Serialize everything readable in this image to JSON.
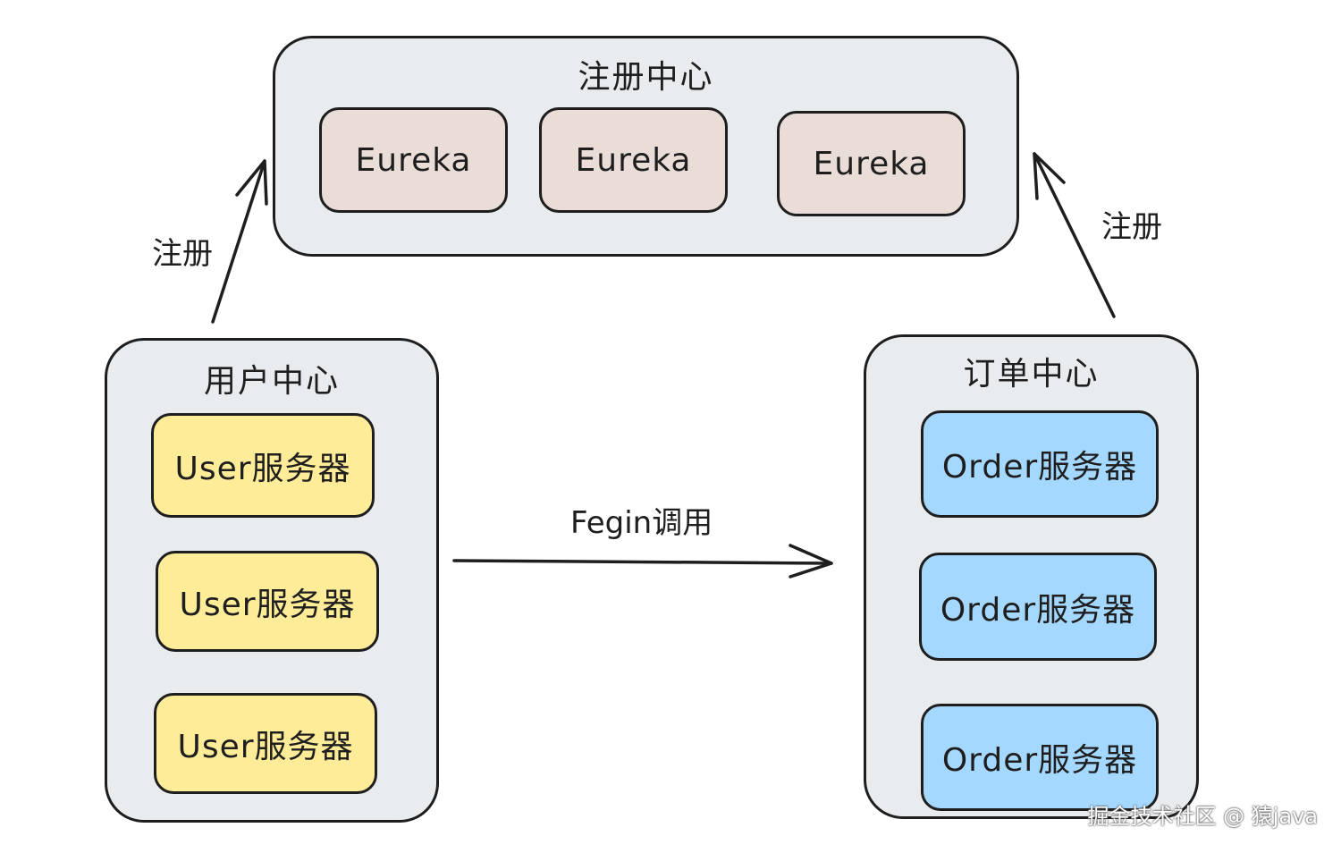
{
  "registry": {
    "title": "注册中心",
    "nodes": [
      "Eureka",
      "Eureka",
      "Eureka"
    ]
  },
  "user_center": {
    "title": "用户中心",
    "nodes": [
      "User服务器",
      "User服务器",
      "User服务器"
    ]
  },
  "order_center": {
    "title": "订单中心",
    "nodes": [
      "Order服务器",
      "Order服务器",
      "Order服务器"
    ]
  },
  "edges": {
    "user_register": "注册",
    "order_register": "注册",
    "feign_call": "Fegin调用"
  },
  "watermark": "掘金技术社区 @ 猿java",
  "colors": {
    "group_fill": "#e9ecef",
    "eureka_fill": "#eaddd7",
    "user_fill": "#ffec99",
    "order_fill": "#a5d8ff",
    "stroke": "#1e1e1e"
  }
}
